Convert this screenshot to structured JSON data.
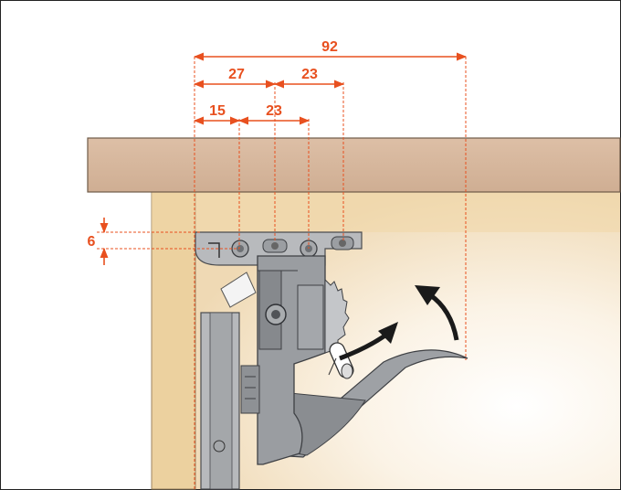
{
  "dimensions": {
    "total": "92",
    "mid_left": "27",
    "mid_right": "23",
    "low_left": "15",
    "low_right": "23",
    "vertical": "6"
  },
  "colors": {
    "dimension": "#e8501f",
    "tabletop": "#d8b79d",
    "cabinet_side": "#edd3a4",
    "cabinet_inner": "#f3e6cc",
    "mechanism": "#8d9096",
    "mechanism_dark": "#5e6167",
    "motion_arrow": "#1a1a1a"
  }
}
